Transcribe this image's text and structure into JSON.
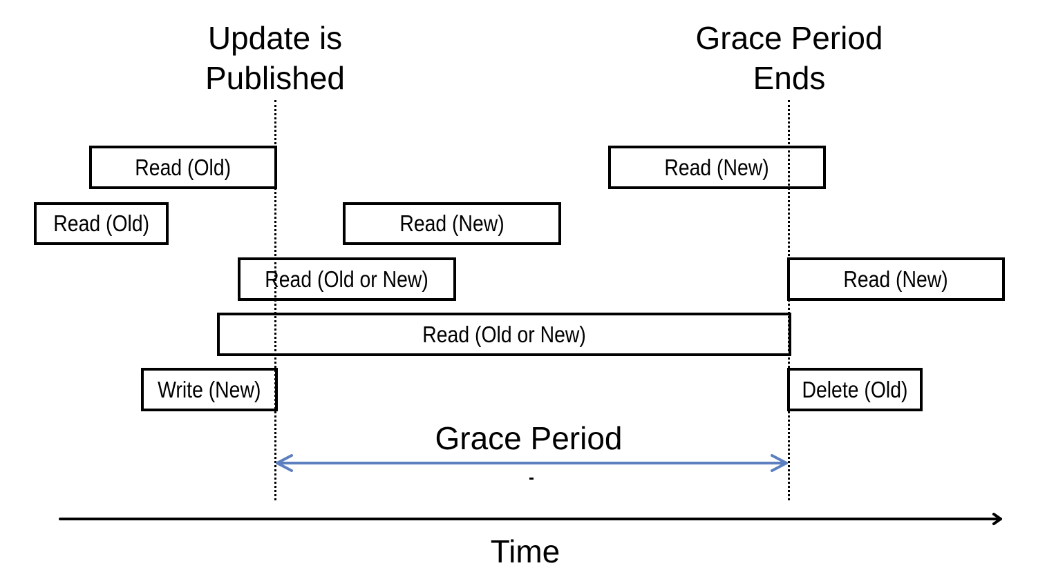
{
  "markers": {
    "update_published": "Update is\nPublished",
    "grace_period_ends": "Grace Period\nEnds"
  },
  "boxes": {
    "read_old_1": "Read (Old)",
    "read_new_1": "Read (New)",
    "read_old_2": "Read (Old)",
    "read_new_2": "Read (New)",
    "read_old_or_new_1": "Read (Old or New)",
    "read_new_3": "Read (New)",
    "read_old_or_new_2": "Read (Old or New)",
    "write_new": "Write (New)",
    "delete_old": "Delete (Old)"
  },
  "grace_period_label": "Grace Period",
  "time_axis_label": "Time",
  "colors": {
    "grace_arrow": "#5b7fbf",
    "lines": "#000000"
  }
}
